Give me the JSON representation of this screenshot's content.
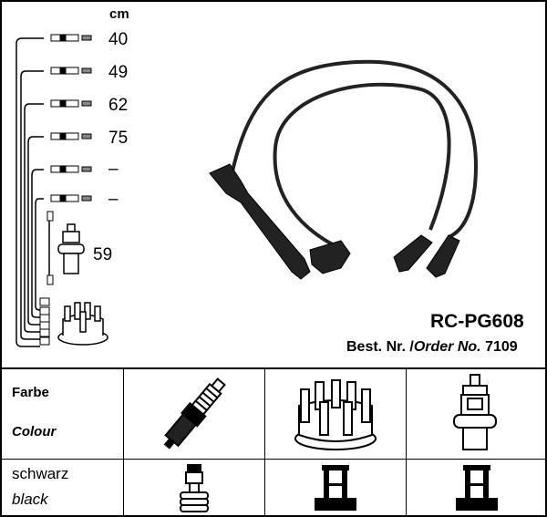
{
  "unit_label": "cm",
  "lengths": [
    "40",
    "49",
    "62",
    "75",
    "–",
    "–"
  ],
  "coil_length": "59",
  "part_number": "RC-PG608",
  "order": {
    "label_de": "Best. Nr.",
    "separator": "/",
    "label_en": "Order No.",
    "number": "7109"
  },
  "table": {
    "header_de": "Farbe",
    "header_en": "Colour",
    "color_de": "schwarz",
    "color_en": "black",
    "columns": [
      "spark-plug",
      "distributor-cap",
      "ignition-coil"
    ]
  }
}
